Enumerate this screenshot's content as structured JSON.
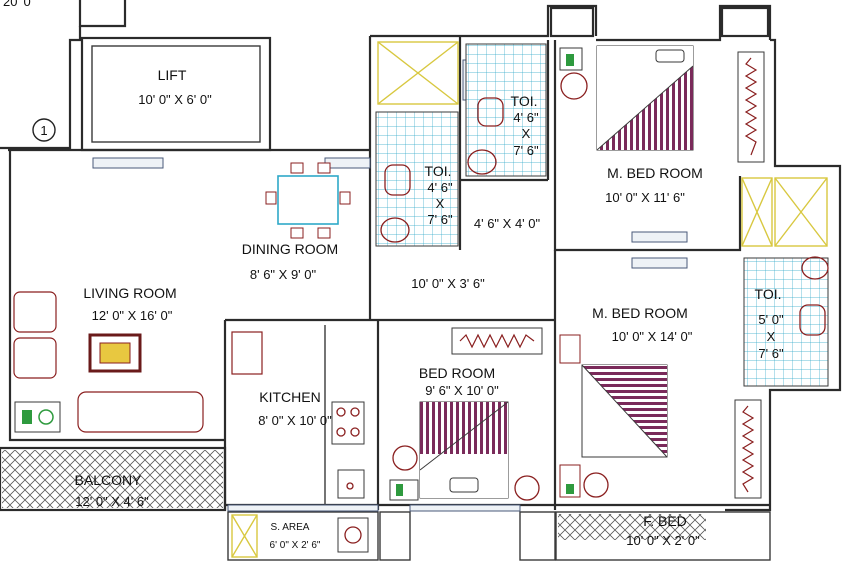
{
  "top_fragment": "20' 0\"",
  "column_marker": "1",
  "colors": {
    "tile_grid": "#2ea8c8",
    "fixture": "#8a1f1f",
    "bed_stripes": "#7a2a5a",
    "shaft_cross": "#d8c840",
    "hatch": "#555555",
    "window": "#4a5a7a",
    "green_appliance": "#2e9a3e"
  },
  "rooms": {
    "lift": {
      "name": "LIFT",
      "dim": "10' 0\" X 6' 0\""
    },
    "dining": {
      "name": "DINING ROOM",
      "dim": "8' 6\" X 9' 0\""
    },
    "living": {
      "name": "LIVING ROOM",
      "dim": "12' 0\" X 16' 0\""
    },
    "kitchen": {
      "name": "KITCHEN",
      "dim": "8' 0\" X 10' 0\""
    },
    "balcony": {
      "name": "BALCONY",
      "dim": "12' 0\" X 4' 6\""
    },
    "s_area": {
      "name": "S. AREA",
      "dim": "6' 0\" X 2' 6\""
    },
    "toilet1": {
      "name": "TOI.",
      "w": "4' 6\"",
      "x": "X",
      "h": "7' 6\""
    },
    "toilet2": {
      "name": "TOI.",
      "w": "4' 6\"",
      "x": "X",
      "h": "7' 6\""
    },
    "toilet3": {
      "name": "TOI.",
      "w": "5' 0\"",
      "x": "X",
      "h": "7' 6\""
    },
    "passage1": {
      "dim": "4' 6\" X 4' 0\""
    },
    "passage2": {
      "dim": "10' 0\" X 3' 6\""
    },
    "mbed1": {
      "name": "M. BED ROOM",
      "dim": "10' 0\" X 11' 6\""
    },
    "mbed2": {
      "name": "M. BED ROOM",
      "dim": "10' 0\" X 14' 0\""
    },
    "bed": {
      "name": "BED ROOM",
      "dim": "9' 6\" X 10' 0\""
    },
    "fbed": {
      "name": "F. BED",
      "dim": "10' 0\" X 2' 0\""
    }
  }
}
